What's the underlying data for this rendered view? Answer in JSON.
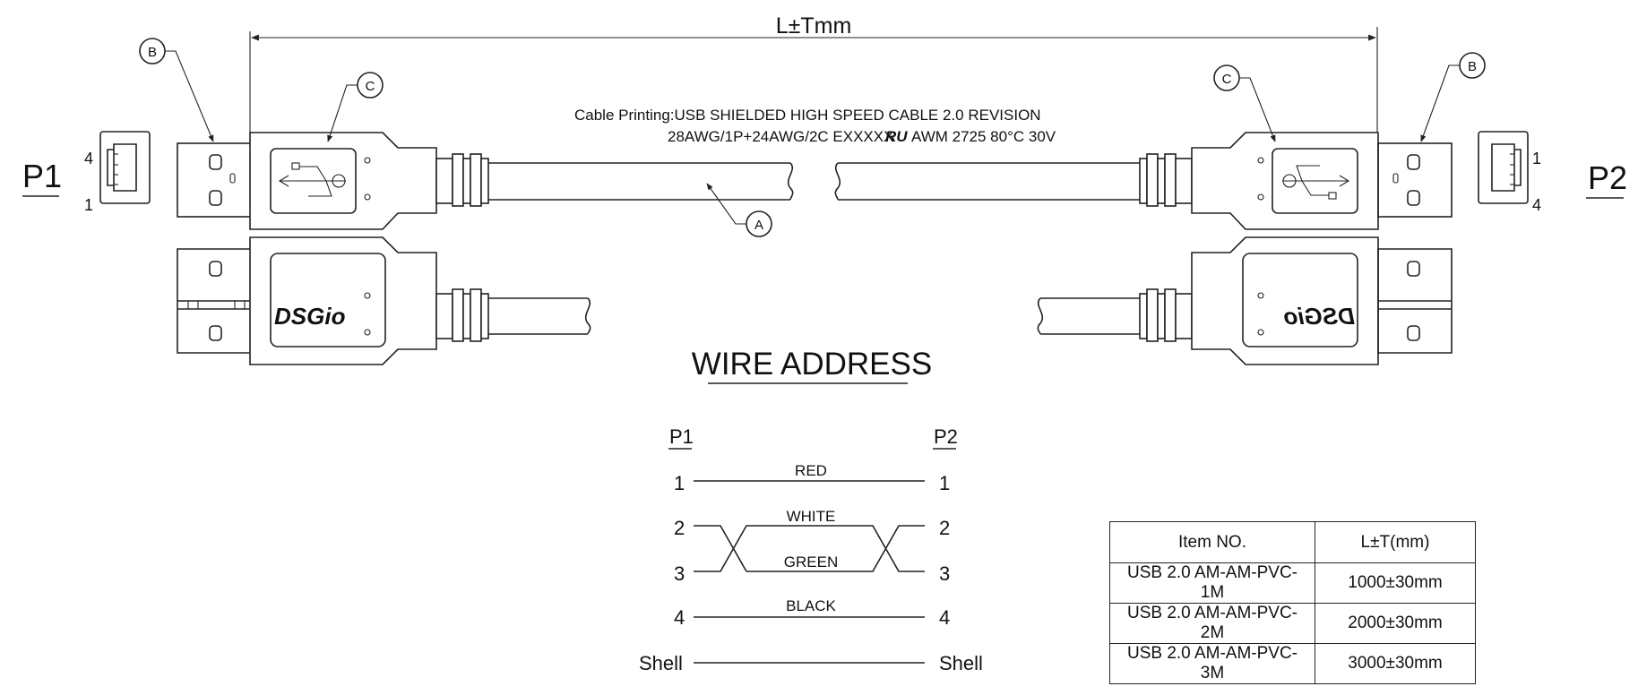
{
  "dimension": {
    "label": "L±Tmm"
  },
  "callouts": {
    "a": "A",
    "b": "B",
    "c": "C"
  },
  "ports": {
    "p1": "P1",
    "p2": "P2",
    "pin1": "1",
    "pin4": "4"
  },
  "cable_printing": {
    "line1": "Cable Printing:USB SHIELDED HIGH SPEED CABLE 2.0 REVISION",
    "line2": "28AWG/1P+24AWG/2C EXXXXX",
    "ul_mark": "RU",
    "line2_tail": "AWM 2725 80°C  30V"
  },
  "logo": {
    "text": "DSGio"
  },
  "wire_address": {
    "title": "WIRE  ADDRESS",
    "left_header": "P1",
    "right_header": "P2",
    "rows": [
      {
        "left": "1",
        "right": "1",
        "color": "RED"
      },
      {
        "left": "2",
        "right": "2",
        "color": "WHITE"
      },
      {
        "left": "3",
        "right": "3",
        "color": "GREEN"
      },
      {
        "left": "4",
        "right": "4",
        "color": "BLACK"
      },
      {
        "left": "Shell",
        "right": "Shell",
        "color": ""
      }
    ]
  },
  "table": {
    "headers": [
      "Item NO.",
      "L±T(mm)"
    ],
    "rows": [
      [
        "USB 2.0 AM-AM-PVC-1M",
        "1000±30mm"
      ],
      [
        "USB 2.0 AM-AM-PVC-2M",
        "2000±30mm"
      ],
      [
        "USB 2.0 AM-AM-PVC-3M",
        "3000±30mm"
      ]
    ]
  }
}
